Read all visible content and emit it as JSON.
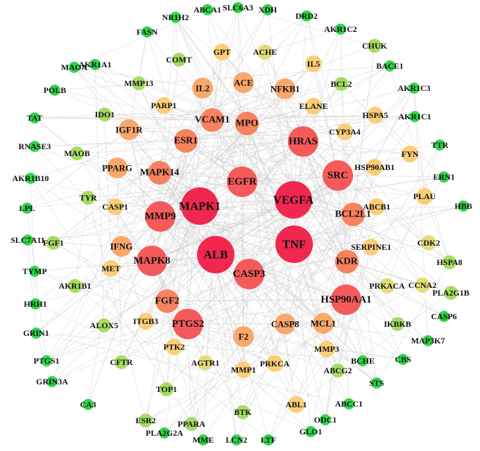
{
  "network": {
    "edge_color": "#cfcfcf",
    "nodes": [
      {
        "label": "ALB",
        "tier": 1
      },
      {
        "label": "VEGFA",
        "tier": 1
      },
      {
        "label": "TNF",
        "tier": 1
      },
      {
        "label": "MAPK1",
        "tier": 1
      },
      {
        "label": "EGFR",
        "tier": 2
      },
      {
        "label": "CASP3",
        "tier": 2
      },
      {
        "label": "SRC",
        "tier": 2
      },
      {
        "label": "MAPK8",
        "tier": 2
      },
      {
        "label": "MMP9",
        "tier": 2
      },
      {
        "label": "HRAS",
        "tier": 2
      },
      {
        "label": "HSP90AA1",
        "tier": 2
      },
      {
        "label": "PTGS2",
        "tier": 2
      },
      {
        "label": "MAPK14",
        "tier": 3
      },
      {
        "label": "ESR1",
        "tier": 3
      },
      {
        "label": "FGF2",
        "tier": 3
      },
      {
        "label": "BCL2L1",
        "tier": 3
      },
      {
        "label": "KDR",
        "tier": 3
      },
      {
        "label": "MPO",
        "tier": 3
      },
      {
        "label": "VCAM1",
        "tier": 3
      },
      {
        "label": "IL2",
        "tier": 4
      },
      {
        "label": "ACE",
        "tier": 4
      },
      {
        "label": "NFKB1",
        "tier": 4
      },
      {
        "label": "IGF1R",
        "tier": 4
      },
      {
        "label": "PPARG",
        "tier": 4
      },
      {
        "label": "IFNG",
        "tier": 4
      },
      {
        "label": "CASP8",
        "tier": 4
      },
      {
        "label": "MCL1",
        "tier": 4
      },
      {
        "label": "F2",
        "tier": 4
      },
      {
        "label": "PARP1",
        "tier": 5
      },
      {
        "label": "ELANE",
        "tier": 5
      },
      {
        "label": "CASP1",
        "tier": 5
      },
      {
        "label": "MET",
        "tier": 5
      },
      {
        "label": "ITGB3",
        "tier": 5
      },
      {
        "label": "SERPINE1",
        "tier": 5
      },
      {
        "label": "MMP3",
        "tier": 5
      },
      {
        "label": "PRKCA",
        "tier": 5
      },
      {
        "label": "MMP1",
        "tier": 5
      },
      {
        "label": "ABCB1",
        "tier": 5
      },
      {
        "label": "HSP90AB1",
        "tier": 5
      },
      {
        "label": "CYP3A4",
        "tier": 5
      },
      {
        "label": "HSPA5",
        "tier": 5
      },
      {
        "label": "FYN",
        "tier": 5
      },
      {
        "label": "PLAU",
        "tier": 5
      },
      {
        "label": "GPT",
        "tier": 5
      },
      {
        "label": "IL5",
        "tier": 5
      },
      {
        "label": "PTK2",
        "tier": 5
      },
      {
        "label": "ABL1",
        "tier": 5
      },
      {
        "label": "PRKACA",
        "tier": 6
      },
      {
        "label": "CCNA2",
        "tier": 6
      },
      {
        "label": "CDK2",
        "tier": 6
      },
      {
        "label": "AGTR1",
        "tier": 6
      },
      {
        "label": "ACHE",
        "tier": 6
      },
      {
        "label": "IKBKB",
        "tier": 7
      },
      {
        "label": "ABCG2",
        "tier": 7
      },
      {
        "label": "BCL2",
        "tier": 7
      },
      {
        "label": "MMP13",
        "tier": 7
      },
      {
        "label": "CFTR",
        "tier": 7
      },
      {
        "label": "TOP1",
        "tier": 7
      },
      {
        "label": "PPARA",
        "tier": 7
      },
      {
        "label": "BTK",
        "tier": 7
      },
      {
        "label": "ALOX5",
        "tier": 7
      },
      {
        "label": "ESR2",
        "tier": 7
      },
      {
        "label": "FGF1",
        "tier": 7
      },
      {
        "label": "AKR1B1",
        "tier": 7
      },
      {
        "label": "TYR",
        "tier": 7
      },
      {
        "label": "MAOB",
        "tier": 7
      },
      {
        "label": "IDO1",
        "tier": 7
      },
      {
        "label": "COMT",
        "tier": 7
      },
      {
        "label": "CHUK",
        "tier": 7
      },
      {
        "label": "HSPA8",
        "tier": 7
      },
      {
        "label": "PLA2G1B",
        "tier": 7
      },
      {
        "label": "ABCA1",
        "tier": 8
      },
      {
        "label": "SLC6A3",
        "tier": 8
      },
      {
        "label": "XDH",
        "tier": 8
      },
      {
        "label": "DRD2",
        "tier": 8
      },
      {
        "label": "NR1H2",
        "tier": 8
      },
      {
        "label": "FASN",
        "tier": 8
      },
      {
        "label": "AKR1C2",
        "tier": 8
      },
      {
        "label": "AKR1A1",
        "tier": 8
      },
      {
        "label": "MAOA",
        "tier": 8
      },
      {
        "label": "BACE1",
        "tier": 8
      },
      {
        "label": "POLB",
        "tier": 8
      },
      {
        "label": "AKR1C3",
        "tier": 8
      },
      {
        "label": "TAT",
        "tier": 8
      },
      {
        "label": "AKR1C1",
        "tier": 8
      },
      {
        "label": "RNASE3",
        "tier": 8
      },
      {
        "label": "TTR",
        "tier": 8
      },
      {
        "label": "AKR1B10",
        "tier": 8
      },
      {
        "label": "ERN1",
        "tier": 8
      },
      {
        "label": "LPL",
        "tier": 8
      },
      {
        "label": "HBB",
        "tier": 8
      },
      {
        "label": "SLC7A11",
        "tier": 8
      },
      {
        "label": "TYMP",
        "tier": 8
      },
      {
        "label": "HRH1",
        "tier": 8
      },
      {
        "label": "CASP6",
        "tier": 8
      },
      {
        "label": "GRIN1",
        "tier": 8
      },
      {
        "label": "MAP3K7",
        "tier": 8
      },
      {
        "label": "PTGS1",
        "tier": 8
      },
      {
        "label": "CBS",
        "tier": 8
      },
      {
        "label": "BCHE",
        "tier": 8
      },
      {
        "label": "GRIN3A",
        "tier": 8
      },
      {
        "label": "STS",
        "tier": 8
      },
      {
        "label": "CA3",
        "tier": 8
      },
      {
        "label": "ABCC1",
        "tier": 8
      },
      {
        "label": "PLA2G2A",
        "tier": 8
      },
      {
        "label": "MME",
        "tier": 8
      },
      {
        "label": "LCN2",
        "tier": 8
      },
      {
        "label": "LTF",
        "tier": 8
      },
      {
        "label": "GLO1",
        "tier": 8
      },
      {
        "label": "ODC1",
        "tier": 8
      }
    ],
    "tier_colors": {
      "1": "#f0284f",
      "2": "#f55a5a",
      "3": "#f7825e",
      "4": "#f9a86b",
      "5": "#fbcd78",
      "6": "#e3dc7a",
      "7": "#a6dc62",
      "8": "#2fd64a"
    }
  }
}
